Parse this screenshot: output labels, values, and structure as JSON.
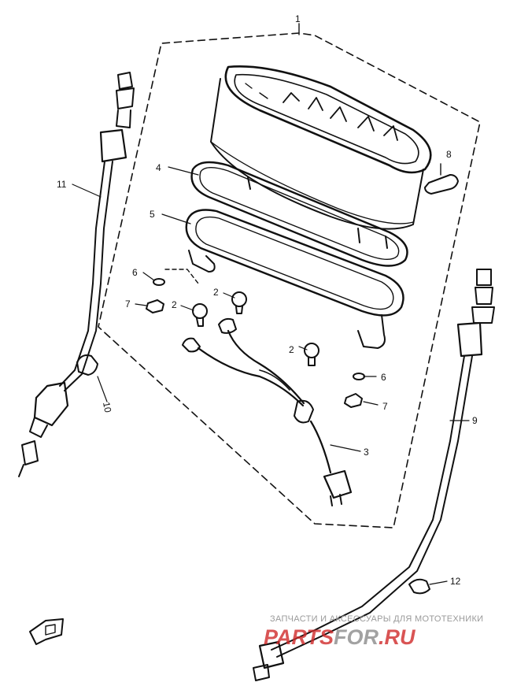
{
  "callouts": {
    "c1": "1",
    "c2a": "2",
    "c2b": "2",
    "c2c": "2",
    "c3": "3",
    "c4": "4",
    "c5": "5",
    "c6a": "6",
    "c6b": "6",
    "c7a": "7",
    "c7b": "7",
    "c8": "8",
    "c9": "9",
    "c10": "10",
    "c11": "11",
    "c12": "12"
  },
  "watermark": {
    "tagline": "ЗАПЧАСТИ И АКСЕССУАРЫ ДЛЯ МОТОТЕХНИКИ",
    "brand_a": "PARTS",
    "brand_b": "FOR",
    "brand_c": ".RU"
  },
  "colors": {
    "ink": "#111111",
    "watermark_red": "#d02a2a",
    "watermark_grey": "#9a9a9a"
  }
}
